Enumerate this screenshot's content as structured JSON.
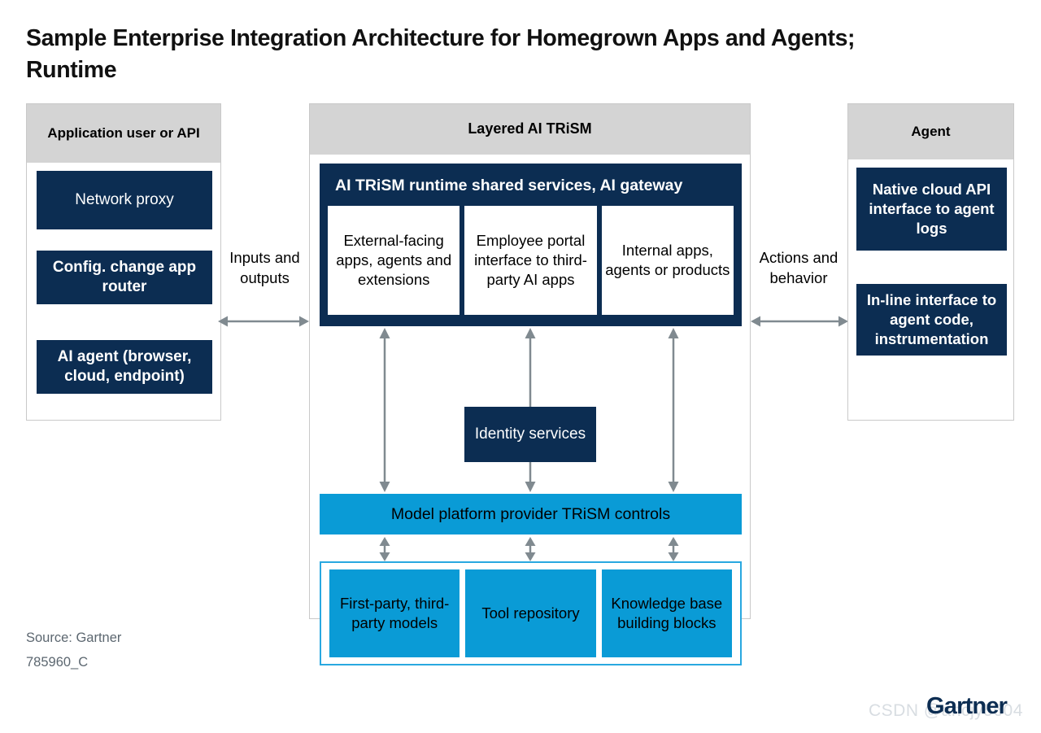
{
  "title": "Sample Enterprise Integration Architecture for Homegrown Apps and Agents; Runtime",
  "colors": {
    "navy": "#0c2d52",
    "blue": "#0a9bd6",
    "blue_outline": "#29a8e0",
    "header_gray": "#d4d4d4",
    "arrow_gray": "#808a90",
    "footer_gray": "#5c6770"
  },
  "panels": {
    "left": {
      "header": "Application user or API",
      "boxes": [
        {
          "label": "Network proxy"
        },
        {
          "label": "Config. change app router"
        },
        {
          "label": "AI agent (browser, cloud, endpoint)"
        }
      ]
    },
    "center": {
      "header": "Layered AI TRiSM",
      "gateway": {
        "title": "AI TRiSM runtime shared services, AI gateway",
        "columns": [
          {
            "label": "External-facing apps, agents and extensions"
          },
          {
            "label": "Employee portal interface to third-party AI apps"
          },
          {
            "label": "Internal apps, agents or products"
          }
        ]
      },
      "identity": {
        "label": "Identity services"
      },
      "model_platform_bar": {
        "label": "Model platform provider TRiSM controls"
      },
      "foundation": {
        "columns": [
          {
            "label": "First-party, third-party models"
          },
          {
            "label": "Tool repository"
          },
          {
            "label": "Knowledge base building blocks"
          }
        ]
      }
    },
    "right": {
      "header": "Agent",
      "boxes": [
        {
          "label": "Native cloud API interface to agent logs"
        },
        {
          "label": "In-line interface to agent code, instrumentation"
        }
      ]
    }
  },
  "connectors": {
    "left": {
      "label": "Inputs and outputs"
    },
    "right": {
      "label": "Actions and behavior"
    }
  },
  "footer": {
    "source": "Source: Gartner",
    "doc_id": "785960_C"
  },
  "watermark": {
    "text": "CSDN @ancjy5604"
  },
  "logo": {
    "brand": "Gartner"
  }
}
